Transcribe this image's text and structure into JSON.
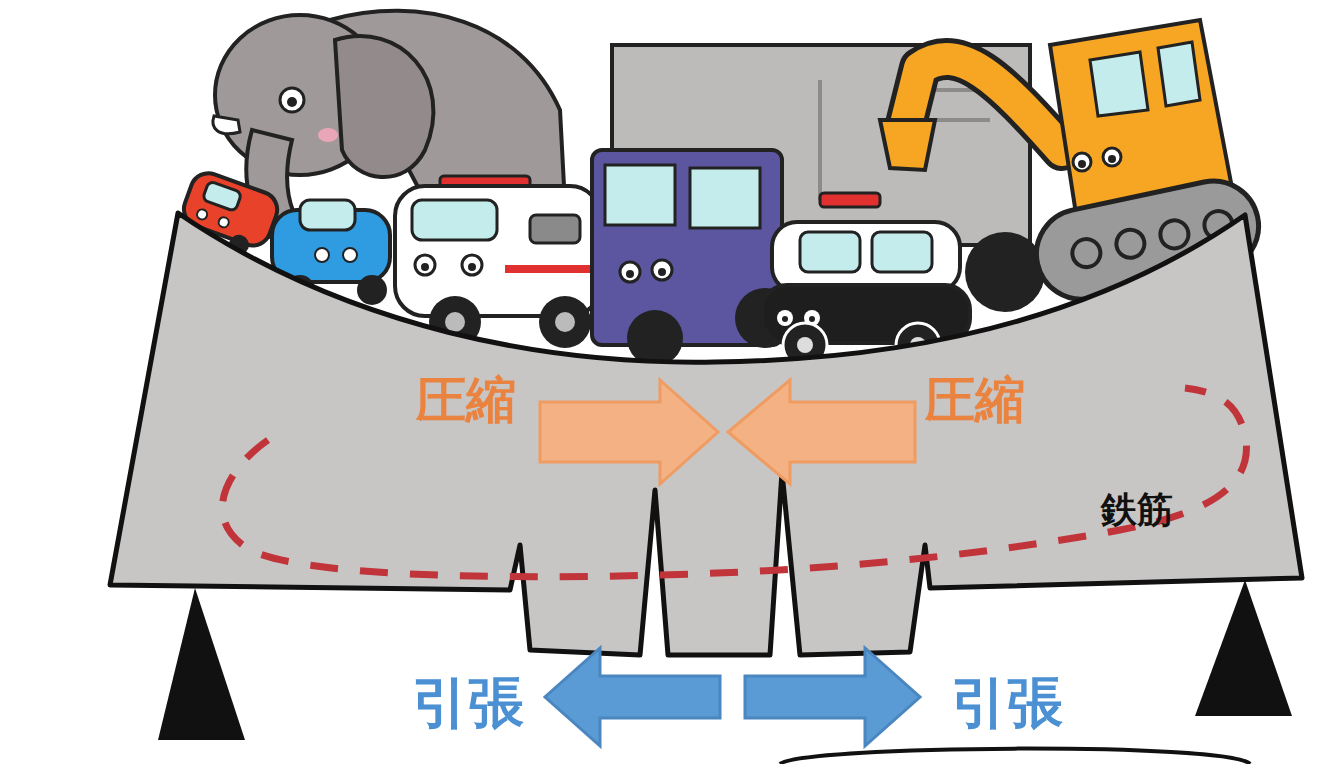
{
  "diagram": {
    "labels": [
      "圧縮",
      "圧縮",
      "鉄筋",
      "引張",
      "引張"
    ]
  }
}
